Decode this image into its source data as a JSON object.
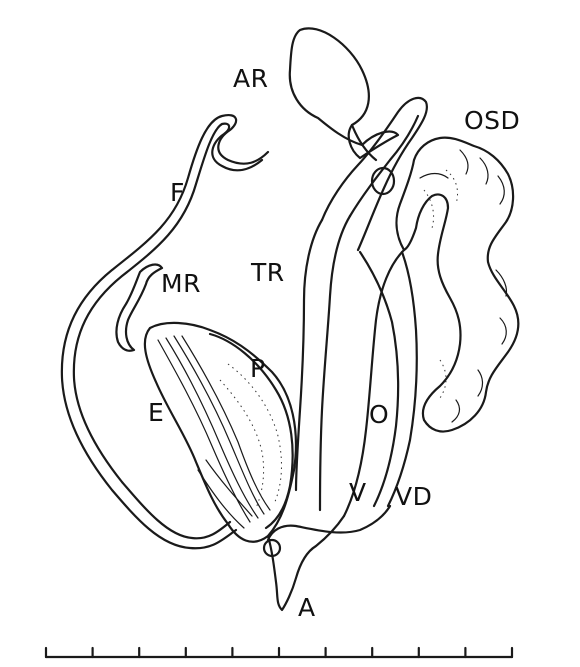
{
  "labels": {
    "ar": "AR",
    "osd": "OSD",
    "f": "F",
    "mr": "MR",
    "tr": "TR",
    "p": "P",
    "e": "E",
    "o": "O",
    "v": "V",
    "vd": "VD",
    "a": "A"
  },
  "scale_bar": {
    "divisions": 10
  },
  "colors": {
    "ink": "#1a1a1a",
    "background": "#ffffff"
  }
}
